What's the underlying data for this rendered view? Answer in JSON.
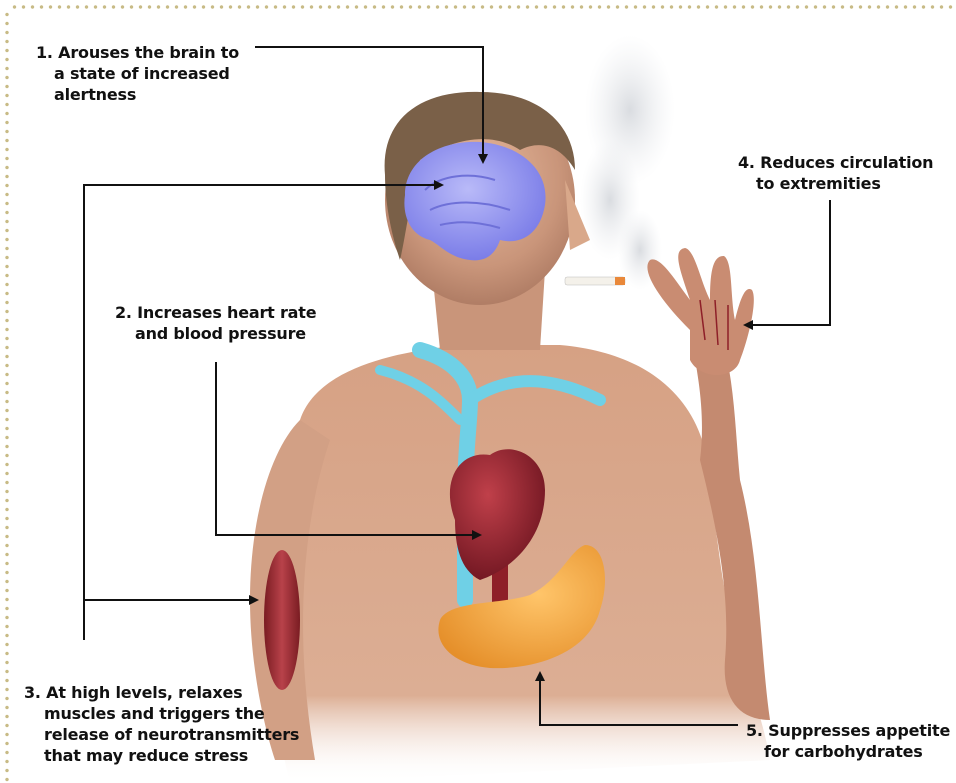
{
  "annotations": [
    {
      "id": "1",
      "lines": [
        "1. Arouses the brain to",
        "a state of increased",
        "alertness"
      ]
    },
    {
      "id": "2",
      "lines": [
        "2. Increases heart rate",
        "and blood pressure"
      ]
    },
    {
      "id": "3",
      "lines": [
        "3. At high levels, relaxes",
        "muscles and triggers the",
        "release of neurotransmitters",
        "that may reduce stress"
      ]
    },
    {
      "id": "4",
      "lines": [
        "4. Reduces circulation",
        "to extremities"
      ]
    },
    {
      "id": "5",
      "lines": [
        "5. Suppresses appetite",
        "for carbohydrates"
      ]
    }
  ],
  "colors": {
    "border_dots": "#c8bb86",
    "brain": "#8a8cf0",
    "heart": "#8e1f28",
    "vessel_blue": "#6fd0e6",
    "stomach": "#f0a13c",
    "muscle": "#9a2a2e",
    "skin": "#d9a88a",
    "hair": "#7a6048",
    "leader_line": "#111111"
  }
}
